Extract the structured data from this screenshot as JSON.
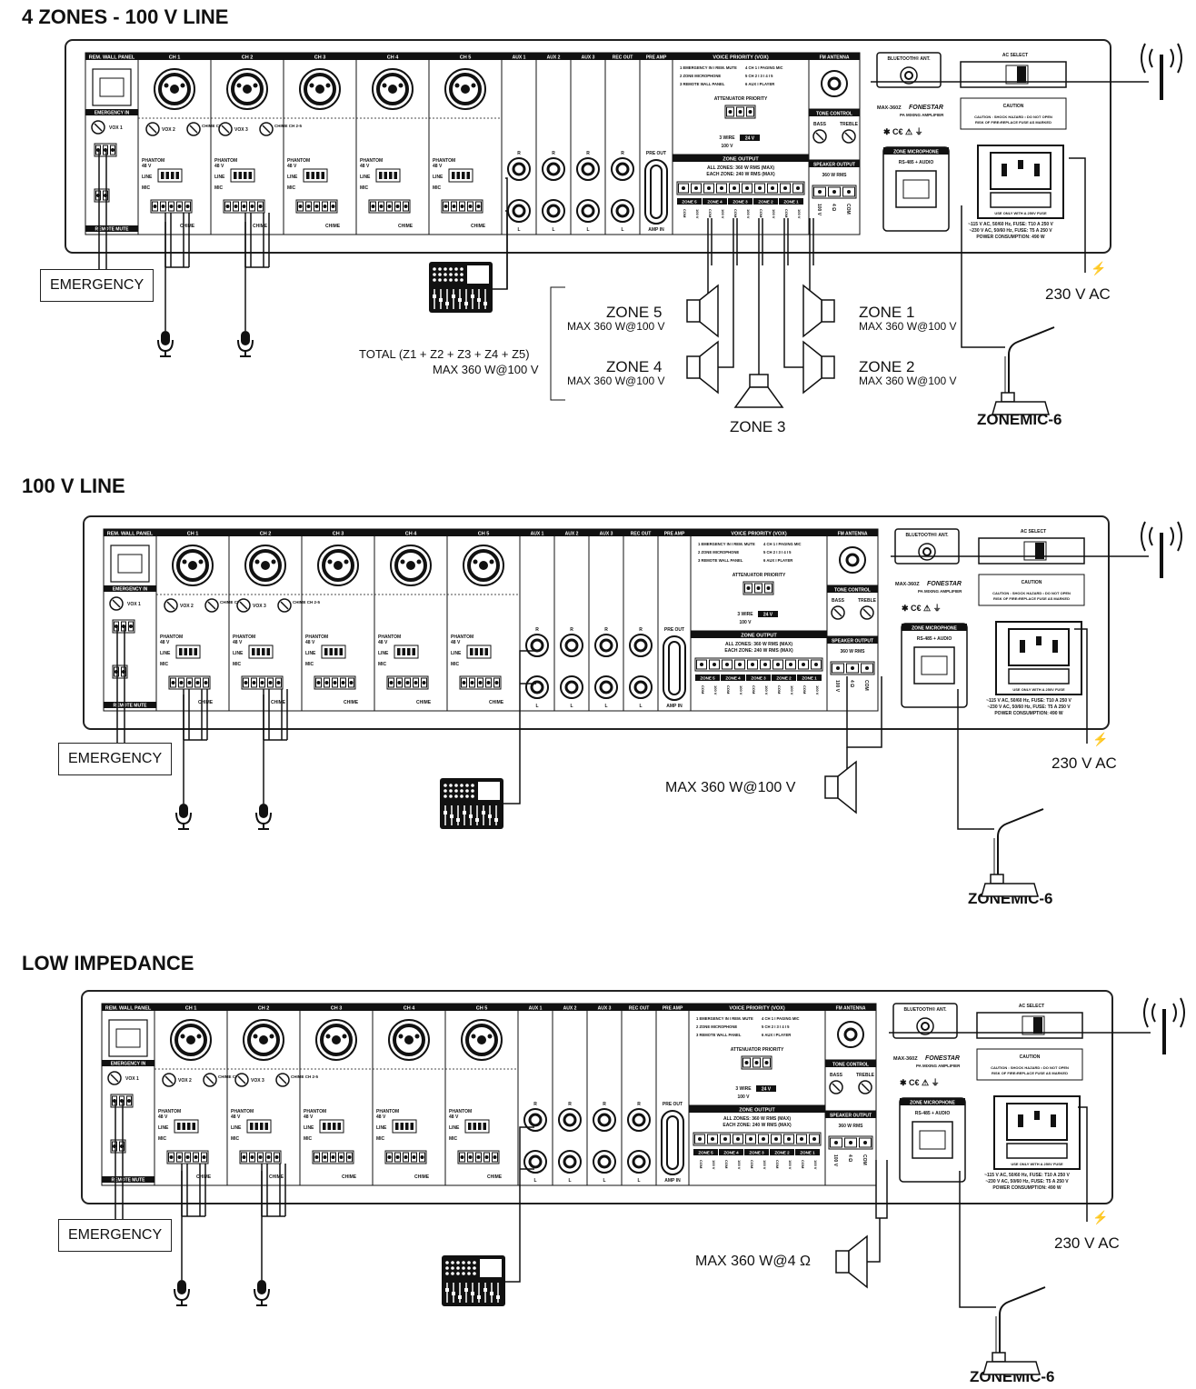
{
  "sections": [
    {
      "title": "4 ZONES - 100 V LINE"
    },
    {
      "title": "100 V LINE"
    },
    {
      "title": "LOW IMPEDANCE"
    }
  ],
  "panel": {
    "rem_wall_panel": "REM. WALL PANEL",
    "channels": [
      "CH 1",
      "CH 2",
      "CH 3",
      "CH 4",
      "CH 5"
    ],
    "aux": [
      "AUX 1",
      "AUX 2",
      "AUX 3"
    ],
    "rec_out": "REC OUT",
    "pre_amp": "PRE AMP",
    "voice_priority": "VOICE PRIORITY (VOX)",
    "vox_legend": [
      "1 EMERGENCY IN I REM. MUTE",
      "2 ZONE MICROPHONE",
      "3 REMOTE WALL PANEL",
      "4 CH 1 I PAGING MIC",
      "5 CH 2 I 3 I 4 I 5",
      "6 AUX I PLAYER"
    ],
    "attenuator_priority": "ATTENUATOR PRIORITY",
    "three_wire": "3 WIRE",
    "v24": "24 V",
    "v100": "100 V",
    "zone_output": "ZONE OUTPUT",
    "all_zones": "ALL ZONES: 360 W RMS (MAX)",
    "each_zone": "EACH ZONE: 240 W RMS (MAX)",
    "zones": [
      "ZONE 5",
      "ZONE 4",
      "ZONE 3",
      "ZONE 2",
      "ZONE 1"
    ],
    "fm_antenna": "FM ANTENNA",
    "tone_control": "TONE CONTROL",
    "bass": "BASS",
    "treble": "TREBLE",
    "speaker_output": "SPEAKER OUTPUT",
    "rms360": "360 W RMS",
    "v100_out": "100 V",
    "ohm4": "4 Ω",
    "com": "COM",
    "bluetooth_ant": "BLUETOOTH® ANT.",
    "ac_select": "AC SELECT",
    "model": "MAX-360Z",
    "brand": "FONESTAR",
    "subtitle": "PA MIXING AMPLIFIER",
    "caution": "CAUTION",
    "caution_text": "CAUTION : SHOCK HAZARD • DO NOT OPEN",
    "fire_text": "RISK OF FIRE•REPLACE FUSE AS MARKED",
    "zone_microphone": "ZONE MICROPHONE",
    "rs485": "RS-485 + AUDIO",
    "fuse_note": "USE ONLY WITH A 250V FUSE",
    "power1": "~115 V AC, 50/60 Hz, FUSE: T10 A 250 V",
    "power2": "~230 V AC, 50/60 Hz, FUSE: T5 A 250 V",
    "power3": "POWER CONSUMPTION: 490 W",
    "emergency_in": "EMERGENCY IN",
    "remote_mute": "REMOTE MUTE",
    "vox1": "VOX 1",
    "vox2": "VOX 2",
    "vox3": "VOX 3",
    "chime_ch1": "CHIME CH 1",
    "chime_ch25": "CHIME CH 2-5",
    "phantom": "PHANTOM",
    "v48": "48 V",
    "line": "LINE",
    "mic": "MIC",
    "chime": "CHIME",
    "amp_in": "AMP IN",
    "pre_out": "PRE OUT",
    "r": "R",
    "l": "L"
  },
  "labels": {
    "emergency": "EMERGENCY",
    "ac230": "230 V AC",
    "zonemic": "ZONEMIC-6",
    "zone5": "ZONE 5",
    "zone4": "ZONE 4",
    "zone3": "ZONE 3",
    "zone2": "ZONE 2",
    "zone1": "ZONE 1",
    "max360_100": "MAX 360 W@100 V",
    "total": "TOTAL (Z1 + Z2 + Z3 + Z4 + Z5)",
    "total_max": "MAX 360 W@100 V",
    "max360_100b": "MAX 360 W@100 V",
    "max360_4": "MAX 360 W@4 Ω"
  }
}
